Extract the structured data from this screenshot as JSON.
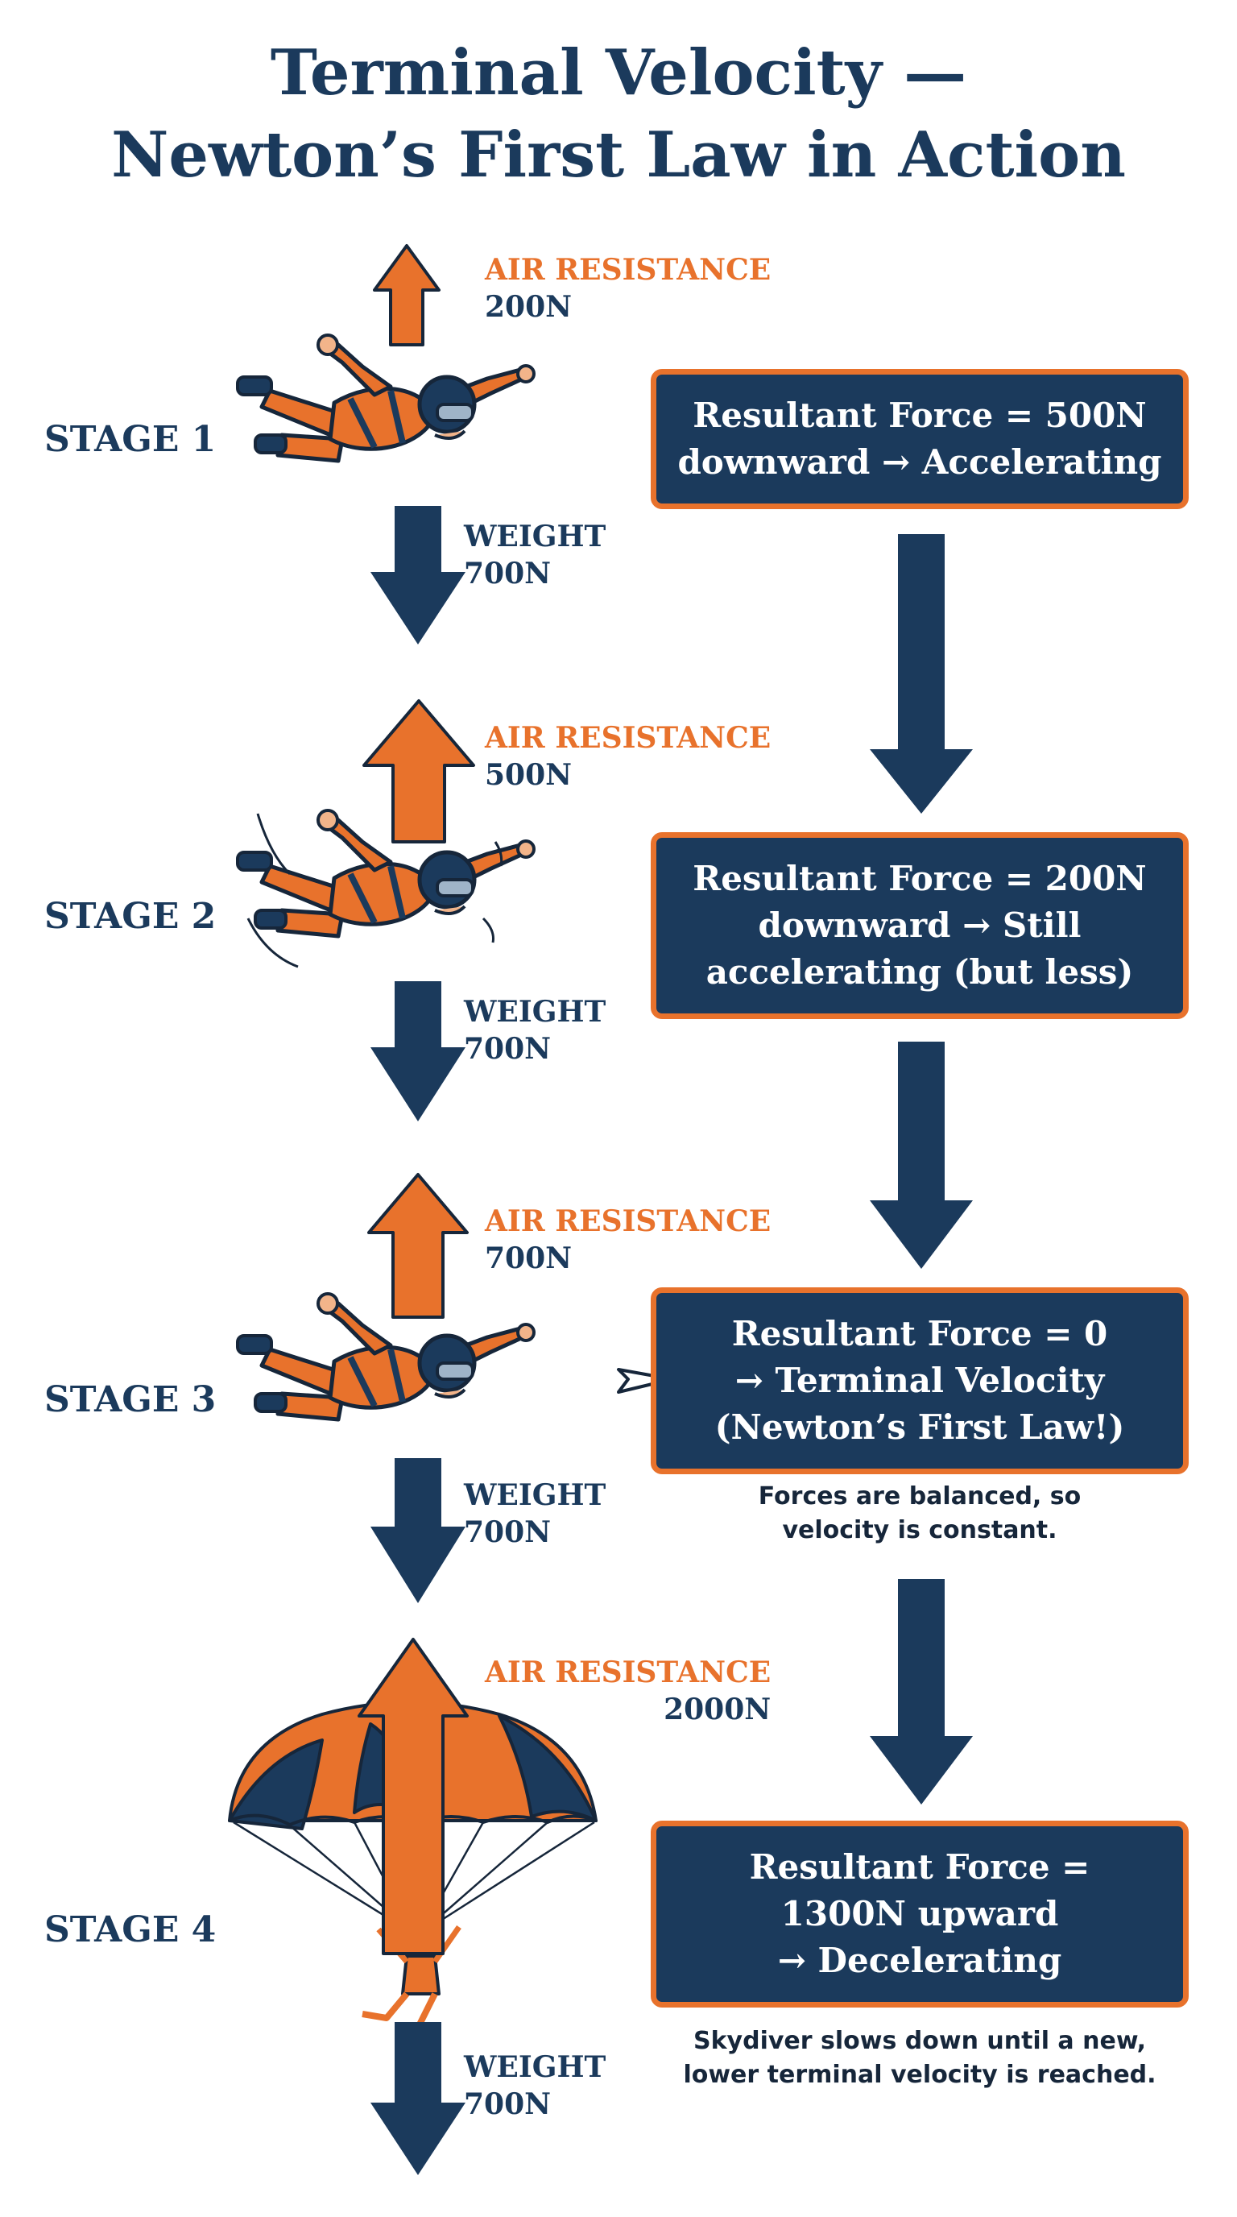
{
  "title": [
    "Terminal Velocity —",
    "Newton’s First Law in Action"
  ],
  "colors": {
    "navy": "#1b3a5c",
    "orange": "#e8722c"
  },
  "stages": [
    {
      "label": "STAGE 1",
      "air": {
        "label": "AIR RESISTANCE",
        "value": "200N"
      },
      "weight": {
        "label": "WEIGHT",
        "value": "700N"
      },
      "box": [
        "Resultant Force = 500N",
        "downward → Accelerating"
      ],
      "note": []
    },
    {
      "label": "STAGE 2",
      "air": {
        "label": "AIR RESISTANCE",
        "value": "500N"
      },
      "weight": {
        "label": "WEIGHT",
        "value": "700N"
      },
      "box": [
        "Resultant Force = 200N",
        "downward → Still",
        "accelerating (but less)"
      ],
      "note": []
    },
    {
      "label": "STAGE 3",
      "air": {
        "label": "AIR RESISTANCE",
        "value": "700N"
      },
      "weight": {
        "label": "WEIGHT",
        "value": "700N"
      },
      "box": [
        "Resultant Force = 0",
        "→ Terminal Velocity",
        "(Newton’s First Law!)"
      ],
      "note": [
        "Forces are balanced, so",
        "velocity is constant."
      ]
    },
    {
      "label": "STAGE 4",
      "air": {
        "label": "AIR RESISTANCE",
        "value": "2000N"
      },
      "weight": {
        "label": "WEIGHT",
        "value": "700N"
      },
      "box": [
        "Resultant Force =",
        "1300N upward",
        "→ Decelerating"
      ],
      "note": [
        "Skydiver slows down until a new,",
        "lower terminal velocity is reached."
      ]
    }
  ]
}
